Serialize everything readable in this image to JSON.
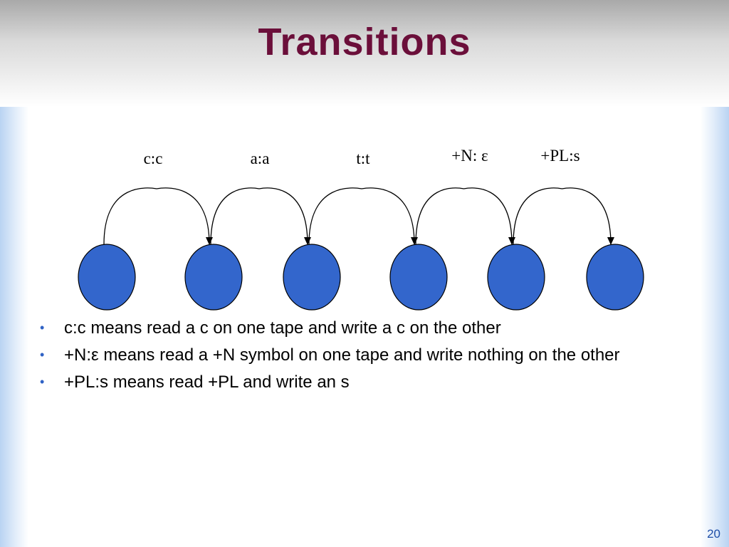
{
  "title": "Transitions",
  "diagram": {
    "state_fill": "#3366cc",
    "state_count": 6,
    "transitions": [
      {
        "from": 0,
        "to": 1,
        "label": "c:c"
      },
      {
        "from": 1,
        "to": 2,
        "label": "a:a"
      },
      {
        "from": 2,
        "to": 3,
        "label": "t:t"
      },
      {
        "from": 3,
        "to": 4,
        "label": "+N: ε"
      },
      {
        "from": 4,
        "to": 5,
        "label": "+PL:s"
      }
    ]
  },
  "bullets": [
    "c:c means read a c on one tape and write a c on the other",
    "+N:ε means read a +N symbol on one tape and write nothing on the other",
    "+PL:s means read +PL and write an s"
  ],
  "bullet_marker": "•",
  "slide_number": "20"
}
